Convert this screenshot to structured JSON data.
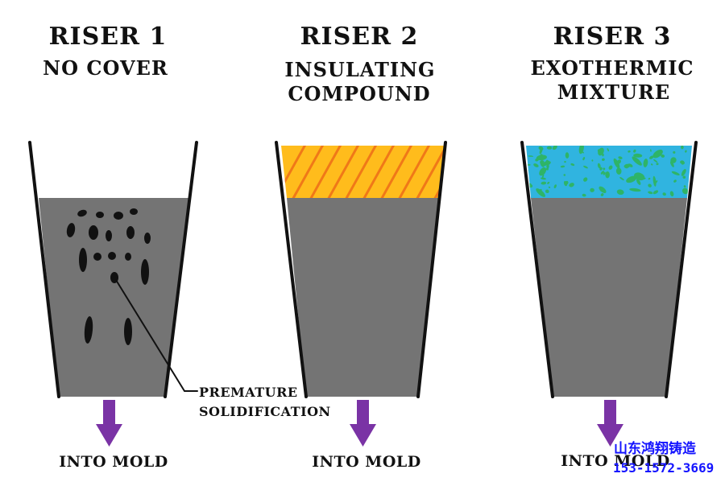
{
  "risers": [
    {
      "title": "RISER 1",
      "subtitle_lines": [
        "NO COVER"
      ],
      "cover": "none",
      "outlet_label": "INTO MOLD"
    },
    {
      "title": "RISER 2",
      "subtitle_lines": [
        "INSULATING",
        "COMPOUND"
      ],
      "cover": "insulating",
      "outlet_label": "INTO MOLD"
    },
    {
      "title": "RISER 3",
      "subtitle_lines": [
        "EXOTHERMIC",
        "MIXTURE"
      ],
      "cover": "exothermic",
      "outlet_label": "INTO MOLD"
    }
  ],
  "annotation": {
    "lines": [
      "PREMATURE",
      "SOLIDIFICATION"
    ]
  },
  "watermark": {
    "company": "山东鸿翔铸造",
    "phone": "153-1572-3669"
  },
  "colors": {
    "metal": "#747474",
    "insulating": "#ffbc1c",
    "insulating_stripe": "#f07818",
    "exothermic": "#30b4e0",
    "exothermic_spot": "#2eb468",
    "arrow": "#7a33a5",
    "wall": "#111111",
    "solid": "#111111",
    "watermark": "#1414ff"
  }
}
